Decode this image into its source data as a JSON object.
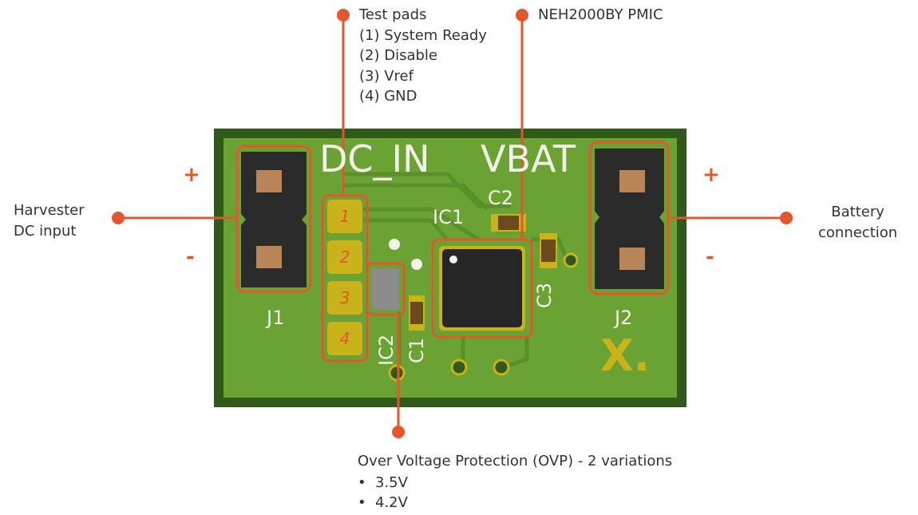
{
  "callouts": {
    "test_pads": {
      "title": "Test pads",
      "items": [
        "(1) System Ready",
        "(2) Disable",
        "(3) Vref",
        "(4) GND"
      ]
    },
    "pmic": "NEH2000BY PMIC",
    "harvester": [
      "Harvester",
      "DC input"
    ],
    "battery": [
      "Battery",
      "connection"
    ],
    "ovp": {
      "title": "Over Voltage Protection (OVP) - 2 variations",
      "items": [
        "3.5V",
        "4.2V"
      ]
    }
  },
  "polarity": {
    "left_plus": "+",
    "left_minus": "-",
    "right_plus": "+",
    "right_minus": "-"
  },
  "board": {
    "silkscreen": {
      "dc_in": "DC_IN",
      "vbat": "VBAT",
      "ic1": "IC1",
      "c2": "C2",
      "c3": "C3",
      "c1": "C1",
      "ic2": "IC2",
      "j1": "J1",
      "j2": "J2"
    },
    "pad_numbers": [
      "1",
      "2",
      "3",
      "4"
    ],
    "logo": "X."
  },
  "colors": {
    "accent": "#e4572e",
    "board_green": "#6aa233",
    "board_edge": "#2f5a1a",
    "silkscreen": "#f2f2e8",
    "pad_gold": "#c9b21a"
  }
}
